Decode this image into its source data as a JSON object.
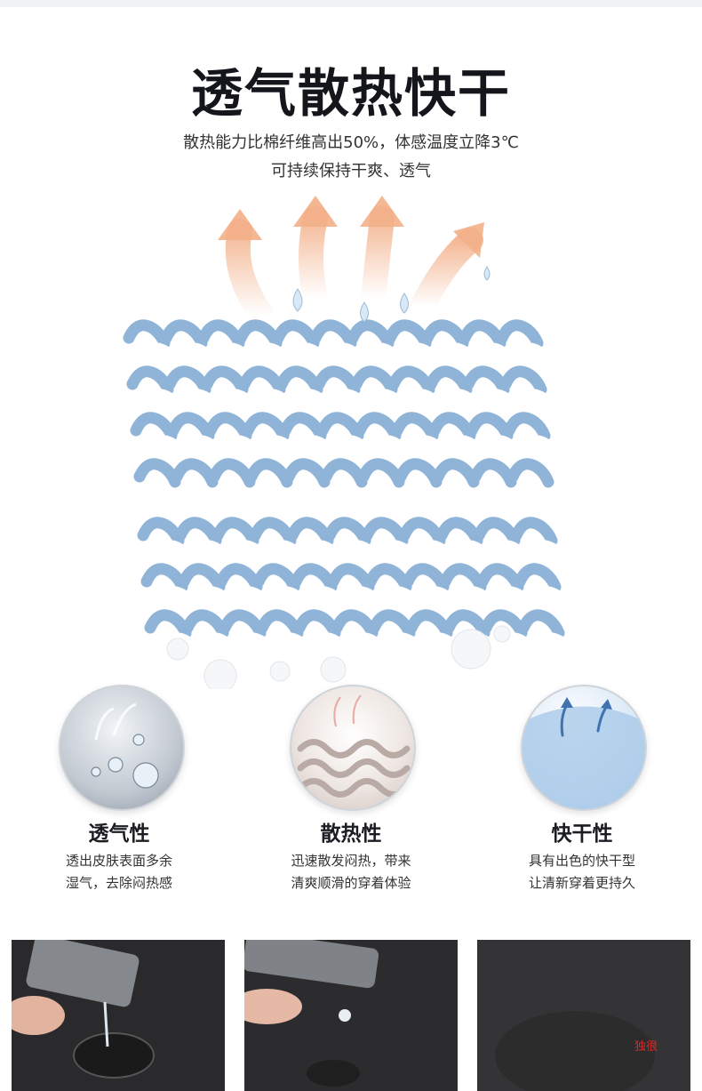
{
  "title": "透气散热快干",
  "subtitle": {
    "line1": "散热能力比棉纤维高出50%，体感温度立降3℃",
    "line2": "可持续保持干爽、透气"
  },
  "features": [
    {
      "icon": "water-droplets-icon",
      "title": "透气性",
      "line1": "透出皮肤表面多余",
      "line2": "湿气，去除闷热感"
    },
    {
      "icon": "heat-dissipation-icon",
      "title": "散热性",
      "line1": "迅速散发闷热，带来",
      "line2": "清爽顺滑的穿着体验"
    },
    {
      "icon": "quick-dry-icon",
      "title": "快干性",
      "line1": "具有出色的快干型",
      "line2": "让清新穿着更持久"
    }
  ],
  "photos": [
    "water-pour-photo",
    "water-bead-photo",
    "dry-fabric-photo"
  ],
  "watermark": "独很",
  "colors": {
    "arrow": "#f3b089",
    "fiber_blue": "#8fb4d8",
    "fiber_white": "#ffffff",
    "title": "#14161c"
  }
}
